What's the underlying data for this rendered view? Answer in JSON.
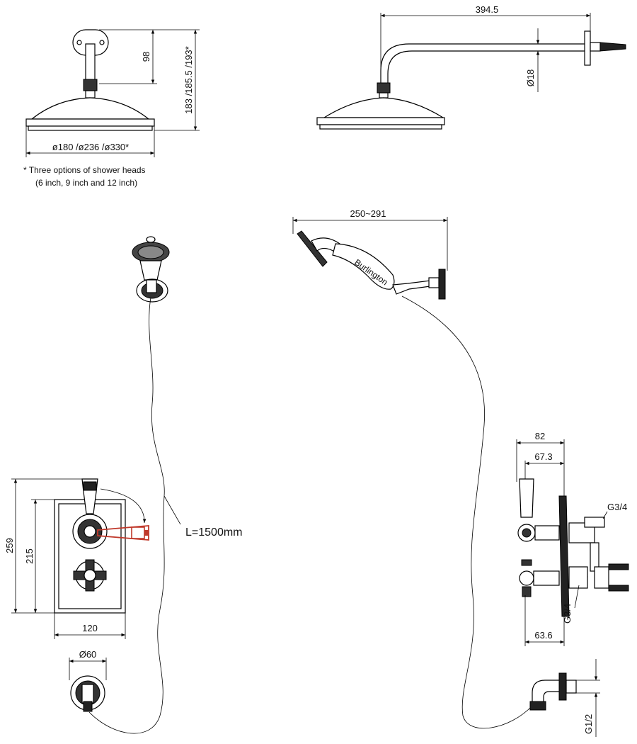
{
  "top_left": {
    "dim_height_arm": "98",
    "dim_height_total": "183 /185.5 /193*",
    "dim_diameter": "ø180 /ø236 /ø330*",
    "note_line1": "* Three options of shower heads",
    "note_line2": "(6 inch, 9 inch and 12 inch)"
  },
  "top_right": {
    "dim_arm_length": "394.5",
    "dim_arm_diameter": "Ø18"
  },
  "handset_side": {
    "dim_length": "250~291"
  },
  "hose": {
    "label": "L=1500mm"
  },
  "valve_front": {
    "dim_height_outer": "259",
    "dim_height_plate": "215",
    "dim_width": "120"
  },
  "outlet_elbow": {
    "dim_diameter": "Ø60"
  },
  "valve_side": {
    "dim_82": "82",
    "dim_67": "67.3",
    "dim_g34_top": "G3/4",
    "dim_g34_bottom": "G3/4",
    "dim_63": "63.6",
    "dim_g12": "G1/2"
  }
}
